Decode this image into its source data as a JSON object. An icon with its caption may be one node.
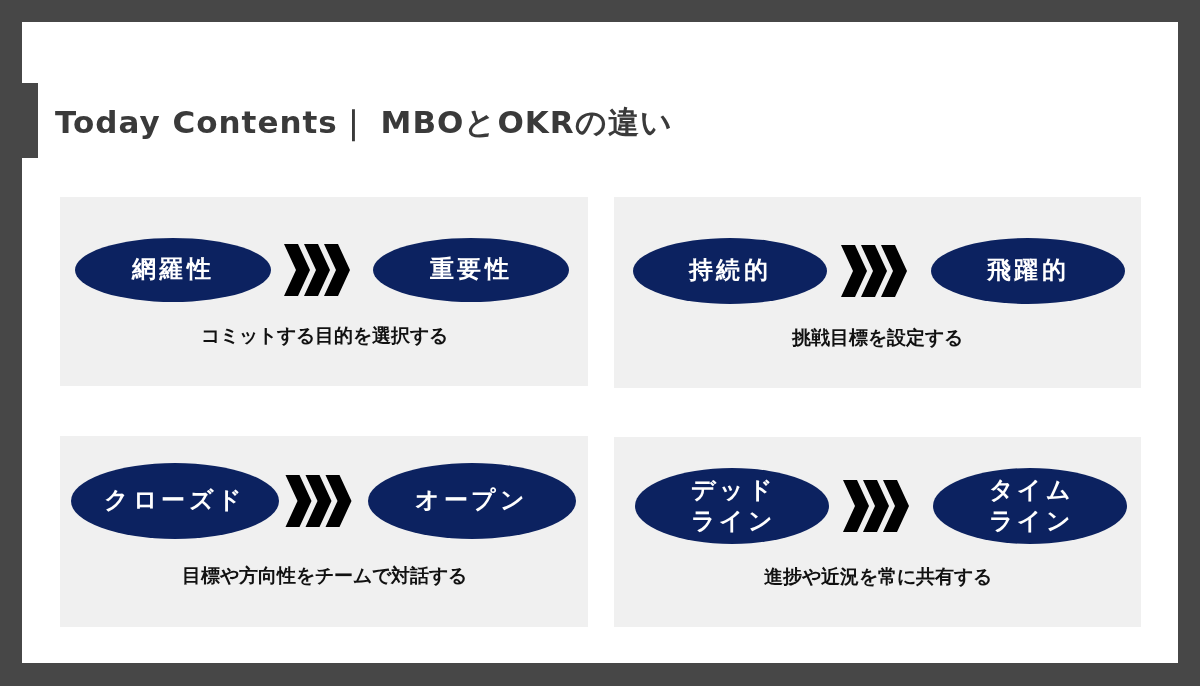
{
  "diagram": {
    "title": "Today Contents｜ MBOとOKRの違い",
    "nodes": [
      {
        "text": [
          "コミットする目的を選択する"
        ]
      },
      {
        "text": [
          "網羅性"
        ],
        "in": 0
      },
      {
        "text": [
          "重要性"
        ],
        "in": 0
      },
      {
        "text": [
          "挑戦目標を設定する"
        ]
      },
      {
        "text": [
          "持続的"
        ],
        "in": 3
      },
      {
        "text": [
          "飛躍的"
        ],
        "in": 3
      },
      {
        "text": [
          "目標や方向性をチームで対話する"
        ]
      },
      {
        "text": [
          "クローズド"
        ],
        "in": 6
      },
      {
        "text": [
          "オープン"
        ],
        "in": 6
      },
      {
        "text": [
          "進捗や近況を常に共有する"
        ]
      },
      {
        "text": [
          "デッドライン"
        ],
        "in": 9
      },
      {
        "text": [
          "タイムライン"
        ],
        "in": 9
      }
    ],
    "edges": [
      {
        "from": 1,
        "to": 2,
        "arrow": "to"
      },
      {
        "from": 4,
        "to": 5,
        "arrow": "to"
      },
      {
        "from": 7,
        "to": 8,
        "arrow": "to"
      },
      {
        "from": 10,
        "to": 11,
        "arrow": "to"
      }
    ]
  }
}
